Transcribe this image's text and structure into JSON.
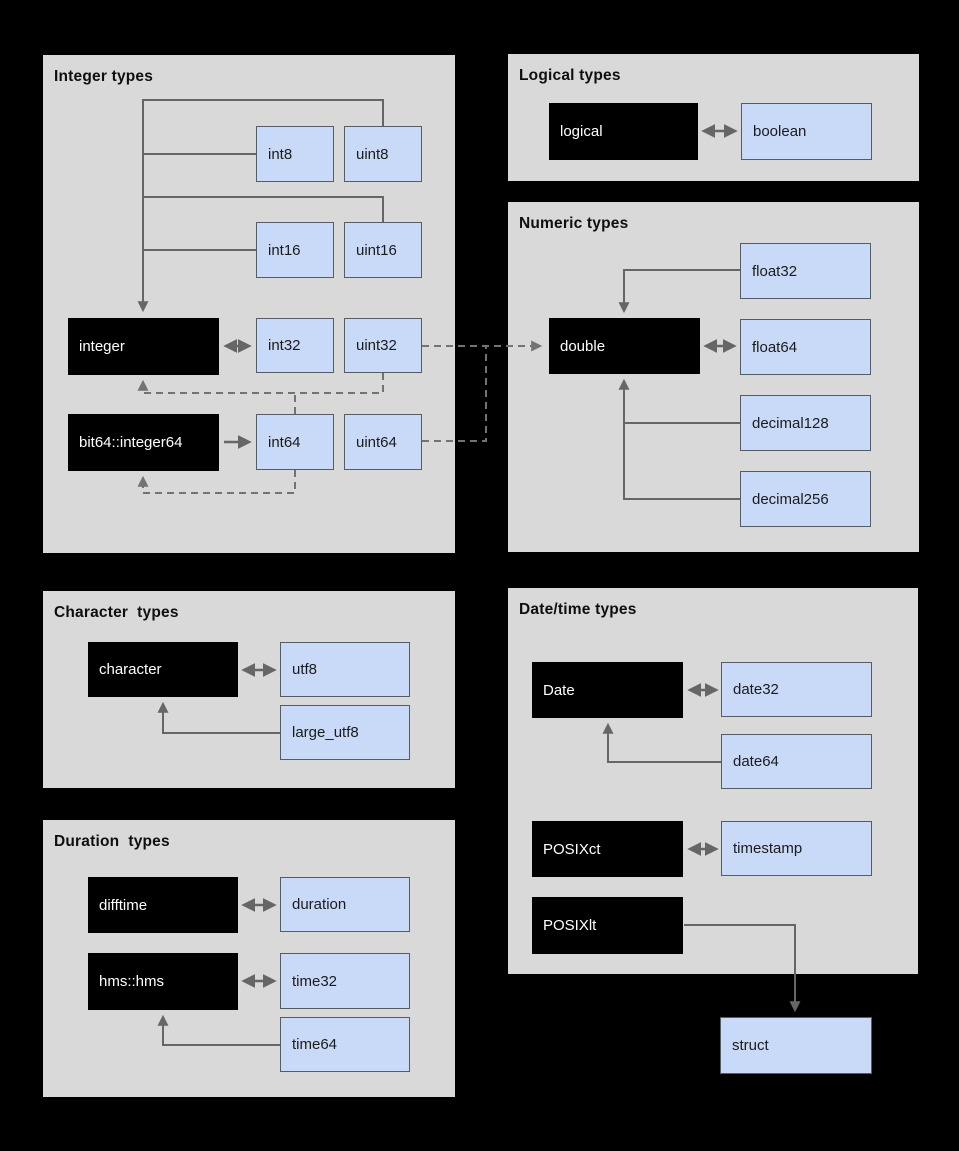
{
  "colors": {
    "background": "#000000",
    "panel_fill": "#d9d9d9",
    "r_node_fill": "#000000",
    "r_node_text": "#ffffff",
    "arrow_node_fill": "#c9daf8",
    "arrow_node_border": "#565c63",
    "connector_solid": "#666666",
    "connector_dashed": "#737373",
    "title_text": "#0f0f0f"
  },
  "panels": {
    "integer_types": {
      "title": "Integer types",
      "r_types": [
        "integer",
        "bit64::integer64"
      ],
      "arrow_types": [
        "int8",
        "uint8",
        "int16",
        "uint16",
        "int32",
        "uint32",
        "int64",
        "uint64"
      ],
      "edges": [
        {
          "from": "int8",
          "to": "integer",
          "style": "solid",
          "direction": "to"
        },
        {
          "from": "uint8",
          "to": "integer",
          "style": "solid",
          "direction": "to"
        },
        {
          "from": "int16",
          "to": "integer",
          "style": "solid",
          "direction": "to"
        },
        {
          "from": "uint16",
          "to": "integer",
          "style": "solid",
          "direction": "to"
        },
        {
          "from": "integer",
          "to": "int32",
          "style": "solid",
          "direction": "both"
        },
        {
          "from": "bit64::integer64",
          "to": "int64",
          "style": "solid",
          "direction": "to"
        },
        {
          "from": "uint32",
          "to": "integer",
          "style": "dashed",
          "direction": "to"
        },
        {
          "from": "int64",
          "to": "integer",
          "style": "dashed",
          "direction": "to"
        },
        {
          "from": "int64",
          "to": "bit64::integer64",
          "style": "dashed",
          "direction": "to"
        },
        {
          "from": "uint32",
          "to": "double",
          "style": "dashed",
          "direction": "to"
        },
        {
          "from": "uint64",
          "to": "double",
          "style": "dashed",
          "direction": "to"
        }
      ]
    },
    "logical_types": {
      "title": "Logical types",
      "r_types": [
        "logical"
      ],
      "arrow_types": [
        "boolean"
      ],
      "edges": [
        {
          "from": "logical",
          "to": "boolean",
          "style": "solid",
          "direction": "both"
        }
      ]
    },
    "numeric_types": {
      "title": "Numeric types",
      "r_types": [
        "double"
      ],
      "arrow_types": [
        "float32",
        "float64",
        "decimal128",
        "decimal256"
      ],
      "edges": [
        {
          "from": "float32",
          "to": "double",
          "style": "solid",
          "direction": "to"
        },
        {
          "from": "double",
          "to": "float64",
          "style": "solid",
          "direction": "both"
        },
        {
          "from": "decimal128",
          "to": "double",
          "style": "solid",
          "direction": "to"
        },
        {
          "from": "decimal256",
          "to": "double",
          "style": "solid",
          "direction": "to"
        }
      ]
    },
    "character_types": {
      "title": "Character  types",
      "r_types": [
        "character"
      ],
      "arrow_types": [
        "utf8",
        "large_utf8"
      ],
      "edges": [
        {
          "from": "character",
          "to": "utf8",
          "style": "solid",
          "direction": "both"
        },
        {
          "from": "large_utf8",
          "to": "character",
          "style": "solid",
          "direction": "to"
        }
      ]
    },
    "duration_types": {
      "title": "Duration  types",
      "r_types": [
        "difftime",
        "hms::hms"
      ],
      "arrow_types": [
        "duration",
        "time32",
        "time64"
      ],
      "edges": [
        {
          "from": "difftime",
          "to": "duration",
          "style": "solid",
          "direction": "both"
        },
        {
          "from": "hms::hms",
          "to": "time32",
          "style": "solid",
          "direction": "both"
        },
        {
          "from": "time64",
          "to": "hms::hms",
          "style": "solid",
          "direction": "to"
        }
      ]
    },
    "datetime_types": {
      "title": "Date/time types",
      "r_types": [
        "Date",
        "POSIXct",
        "POSIXlt"
      ],
      "arrow_types": [
        "date32",
        "date64",
        "timestamp",
        "struct"
      ],
      "edges": [
        {
          "from": "Date",
          "to": "date32",
          "style": "solid",
          "direction": "both"
        },
        {
          "from": "date64",
          "to": "Date",
          "style": "solid",
          "direction": "to"
        },
        {
          "from": "POSIXct",
          "to": "timestamp",
          "style": "solid",
          "direction": "both"
        },
        {
          "from": "POSIXlt",
          "to": "struct",
          "style": "solid",
          "direction": "to"
        }
      ]
    }
  }
}
